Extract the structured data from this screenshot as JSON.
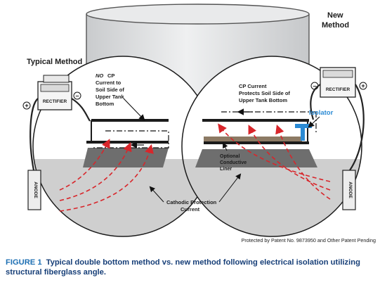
{
  "left_panel": {
    "title": "Typical Method",
    "note": [
      "NO CP",
      "Current to",
      "Soil Side of",
      "Upper Tank",
      "Bottom"
    ],
    "note_emphasis": "NO",
    "rectifier_label": "RECTIFIER",
    "anode_label": "ANODE"
  },
  "right_panel": {
    "title": [
      "New",
      "Method"
    ],
    "note": [
      "CP Current",
      "Protects Soil Side of",
      "Upper Tank Bottom"
    ],
    "isolator_label": "Isolator",
    "liner_label": [
      "Optional",
      "Conductive",
      "Liner"
    ],
    "rectifier_label": "RECTIFIER",
    "anode_label": "ANODE"
  },
  "shared_label": [
    "Cathodic Protection",
    "Current"
  ],
  "patent_note": "Protected by Patent No. 9873950 and Other Patent Pending",
  "caption": {
    "figure_number": "FIGURE 1",
    "text": "Typical double bottom method vs. new method following electrical isolation utilizing structural fiberglass angle."
  },
  "colors": {
    "current_arrows": "#d8262b",
    "isolator": "#2a8ad4",
    "caption_text": "#173f78",
    "caption_figure_number": "#1d6fb3",
    "soil": "#cfcfcf",
    "tank": "#e4e6e7"
  }
}
